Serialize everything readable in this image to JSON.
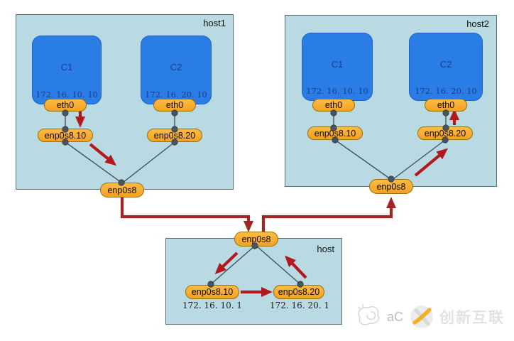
{
  "host1": {
    "label": "host1",
    "c1": {
      "name": "C1",
      "ip": "172. 16. 10. 10",
      "nic": "eth0",
      "vlan_if": "enp0s8.10"
    },
    "c2": {
      "name": "C2",
      "ip": "172. 16. 20. 10",
      "nic": "eth0",
      "vlan_if": "enp0s8.20"
    },
    "phys_if": "enp0s8"
  },
  "host2": {
    "label": "host2",
    "c1": {
      "name": "C1",
      "ip": "172. 16. 10. 10",
      "nic": "eth0",
      "vlan_if": "enp0s8.10"
    },
    "c2": {
      "name": "C2",
      "ip": "172. 16. 20. 10",
      "nic": "eth0",
      "vlan_if": "enp0s8.20"
    },
    "phys_if": "enp0s8"
  },
  "router": {
    "label": "host",
    "phys_if": "enp0s8",
    "vlan10": {
      "name": "enp0s8.10",
      "ip": "172. 16. 10. 1"
    },
    "vlan20": {
      "name": "enp0s8.20",
      "ip": "172. 16. 20. 1"
    }
  },
  "watermark": {
    "signature": "aC",
    "brand": "创新互联"
  },
  "colors": {
    "host_bg": "#b9d9e3",
    "host_border": "#5b6e78",
    "container_bg": "#2b7de6",
    "container_text": "#1c3a8e",
    "pill_bg": "#f7a62a",
    "pill_border": "#9a6f08",
    "wire": "#42545e",
    "connector_dot": "#49545d",
    "flow_arrow_red": "#b2191e",
    "route_line_red": "#9e2626",
    "logo_yellow": "#f3b127"
  }
}
